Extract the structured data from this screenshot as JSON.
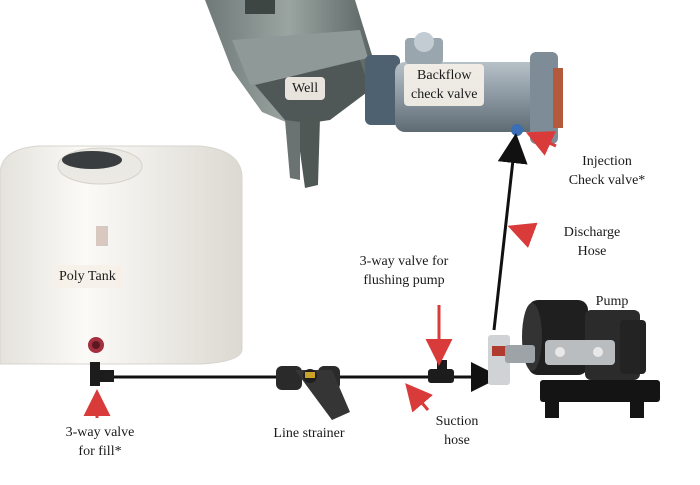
{
  "labels": {
    "well": "Well",
    "backflow_check_valve": "Backflow\ncheck valve",
    "poly_tank": "Poly Tank",
    "injection_check_valve": "Injection\nCheck valve*",
    "discharge_hose": "Discharge\nHose",
    "flushing_valve": "3-way valve for\nflushing pump",
    "pump": "Pump",
    "fill_valve": "3-way valve\nfor fill*",
    "line_strainer": "Line strainer",
    "suction_hose": "Suction\nhose"
  },
  "colors": {
    "arrow_red": "#d93b3b",
    "line_black": "#111111",
    "tank_white": "#f3f1ec",
    "pipe_steel": "#8e9aa3"
  }
}
